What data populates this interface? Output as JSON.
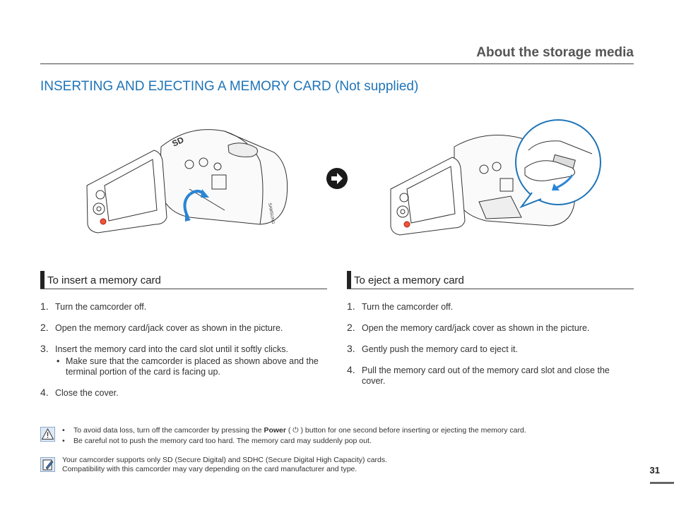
{
  "header": {
    "title": "About the storage media"
  },
  "section": {
    "title": "INSERTING AND EJECTING A MEMORY CARD (Not supplied)"
  },
  "illustrations": {
    "camera_logo": "SD",
    "brand": "SAMSUNG",
    "arrow_icon": "arrow-right-circle-icon"
  },
  "insert": {
    "heading": "To insert a memory card",
    "steps": [
      {
        "num": "1.",
        "text": "Turn the camcorder off."
      },
      {
        "num": "2.",
        "text": "Open the memory card/jack cover as shown in the picture."
      },
      {
        "num": "3.",
        "text": "Insert the memory card into the card slot until it softly clicks.",
        "sub": [
          "Make sure that the camcorder is placed as shown above and the terminal portion of the card is facing up."
        ]
      },
      {
        "num": "4.",
        "text": "Close the cover."
      }
    ]
  },
  "eject": {
    "heading": "To eject a memory card",
    "steps": [
      {
        "num": "1.",
        "text": "Turn the camcorder off."
      },
      {
        "num": "2.",
        "text": "Open the memory card/jack cover as shown in the picture."
      },
      {
        "num": "3.",
        "text": "Gently push the memory card to eject it."
      },
      {
        "num": "4.",
        "text": "Pull the memory card out of the memory card slot and close the cover."
      }
    ]
  },
  "caution": {
    "icon": "warning-triangle-icon",
    "items": [
      {
        "before": "To avoid data loss, turn off the camcorder by pressing the ",
        "bold": "Power",
        "after": " ( ⏻ ) button for one second before inserting or ejecting the memory card."
      },
      {
        "text": "Be careful not to push the memory card too hard. The memory card may suddenly pop out."
      }
    ]
  },
  "note": {
    "icon": "note-pencil-icon",
    "lines": [
      "Your camcorder supports only SD (Secure Digital) and SDHC (Secure Digital High Capacity) cards.",
      "Compatibility with this camcorder may vary depending on the card manufacturer and type."
    ]
  },
  "page": {
    "number": "31"
  }
}
